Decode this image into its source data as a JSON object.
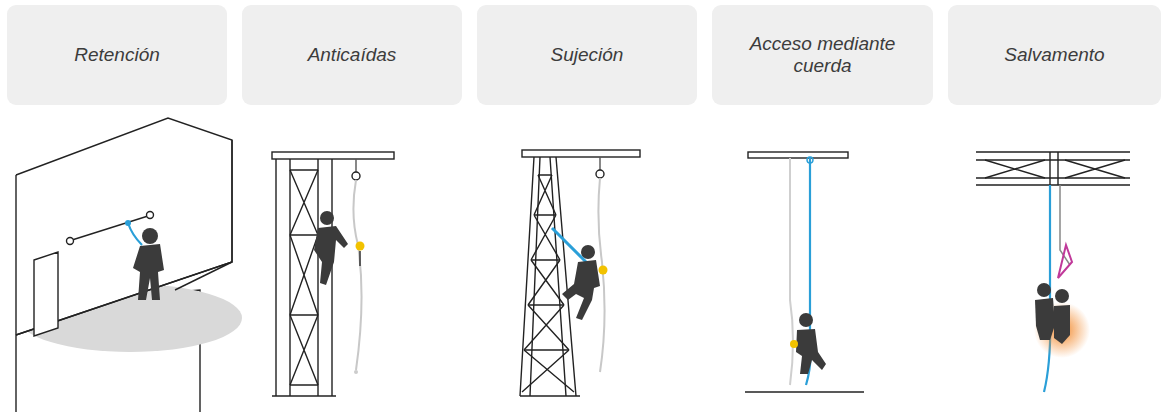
{
  "diagram": {
    "nodes": [
      {
        "text": [
          "Retención"
        ]
      },
      {
        "text": [
          "Anticaídas"
        ]
      },
      {
        "text": [
          "Sujeción"
        ]
      },
      {
        "text": [
          "Acceso mediante cuerda"
        ]
      },
      {
        "text": [
          "Salvamento"
        ]
      }
    ]
  }
}
